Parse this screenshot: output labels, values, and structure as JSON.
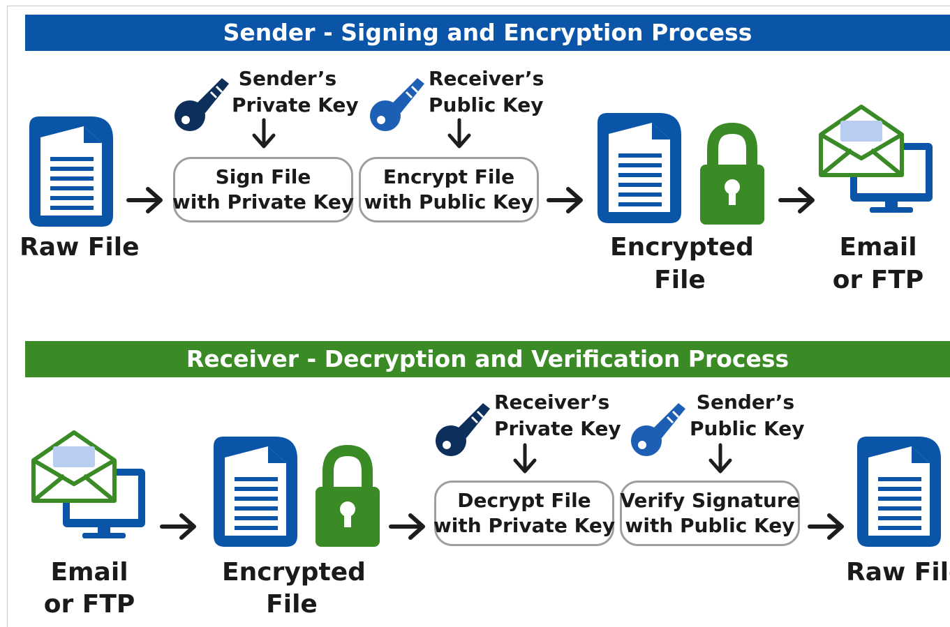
{
  "sender": {
    "title": "Sender - Signing and Encryption Process",
    "raw_file": "Raw File",
    "private_key_line1": "Sender’s",
    "private_key_line2": "Private Key",
    "public_key_line1": "Receiver’s",
    "public_key_line2": "Public Key",
    "sign_line1": "Sign File",
    "sign_line2": "with Private Key",
    "encrypt_line1": "Encrypt File",
    "encrypt_line2": "with Public Key",
    "encrypted_line1": "Encrypted",
    "encrypted_line2": "File",
    "email_line1": "Email",
    "email_line2": "or FTP"
  },
  "receiver": {
    "title": "Receiver - Decryption and Verification Process",
    "email_line1": "Email",
    "email_line2": "or FTP",
    "encrypted_line1": "Encrypted",
    "encrypted_line2": "File",
    "private_key_line1": "Receiver’s",
    "private_key_line2": "Private Key",
    "public_key_line1": "Sender’s",
    "public_key_line2": "Public Key",
    "decrypt_line1": "Decrypt File",
    "decrypt_line2": "with Private Key",
    "verify_line1": "Verify Signature",
    "verify_line2": "with Public Key",
    "raw_file": "Raw File"
  },
  "colors": {
    "blue": "#0a55a8",
    "green": "#3a8a26",
    "navy": "#0d2f5c",
    "light_blue": "#1d5fb4"
  }
}
